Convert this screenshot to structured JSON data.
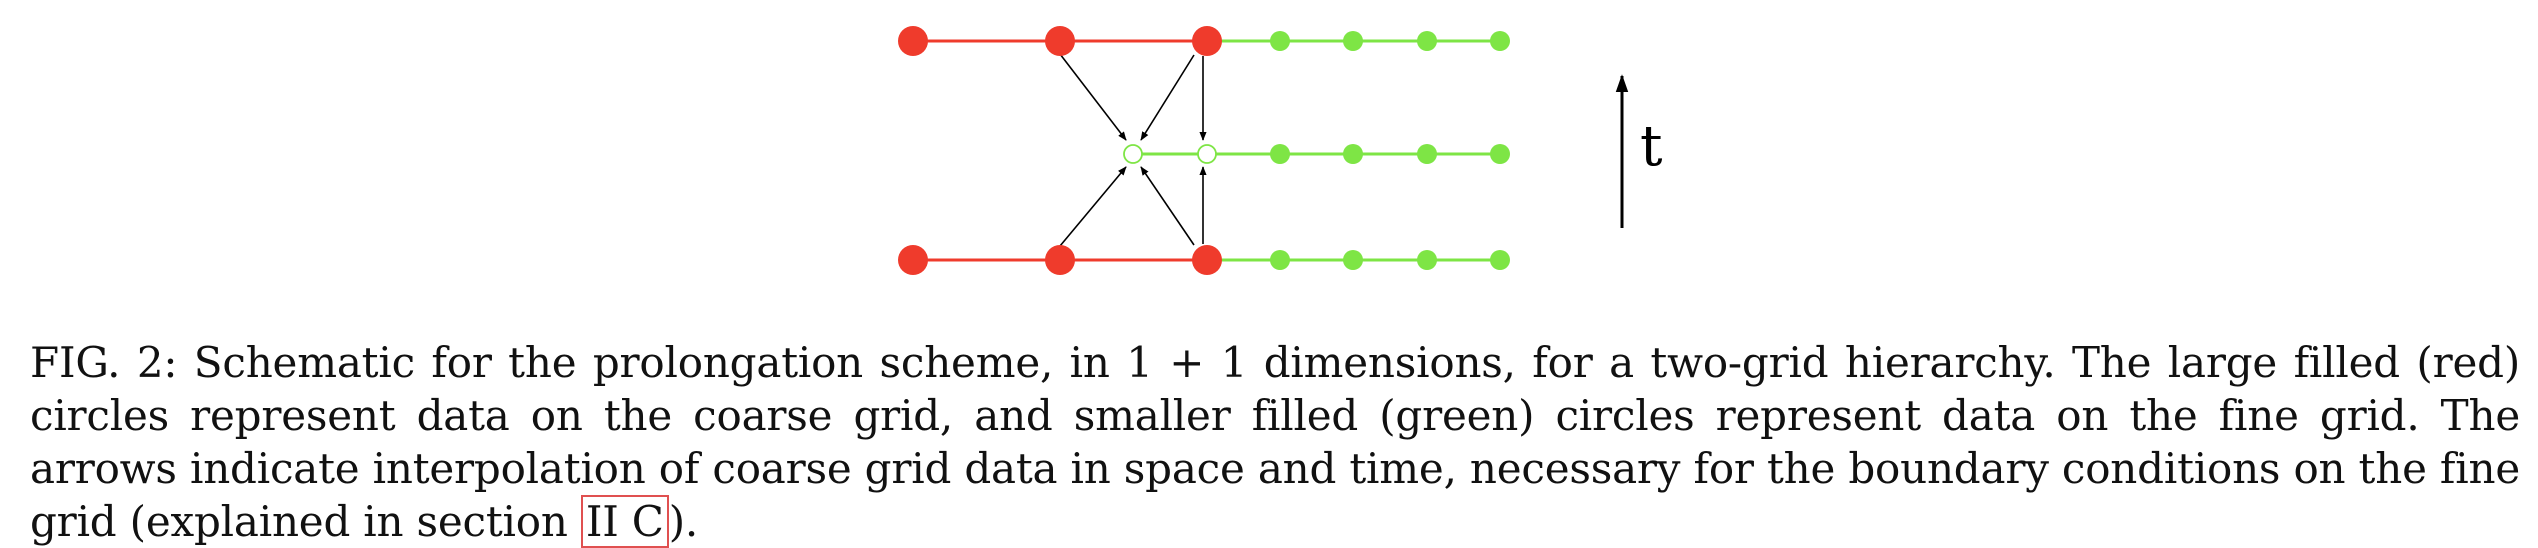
{
  "figure": {
    "time_axis_label": "t",
    "colors": {
      "coarse": "#ef3b2c",
      "fine": "#7ee545",
      "arrow": "#000000"
    }
  },
  "caption": {
    "label": "FIG. 2:",
    "text_before_math": "Schematic for the prolongation scheme, in",
    "math": "1 + 1",
    "text_after_math": "dimensions, for a two-grid hierarchy. The large filled (red) circles represent data on the coarse grid, and smaller filled (green) circles represent data on the fine grid. The arrows indicate interpolation of coarse grid data in space and time, necessary for the boundary conditions on the fine grid (explained in section",
    "section_ref": "II C",
    "tail": ")."
  }
}
